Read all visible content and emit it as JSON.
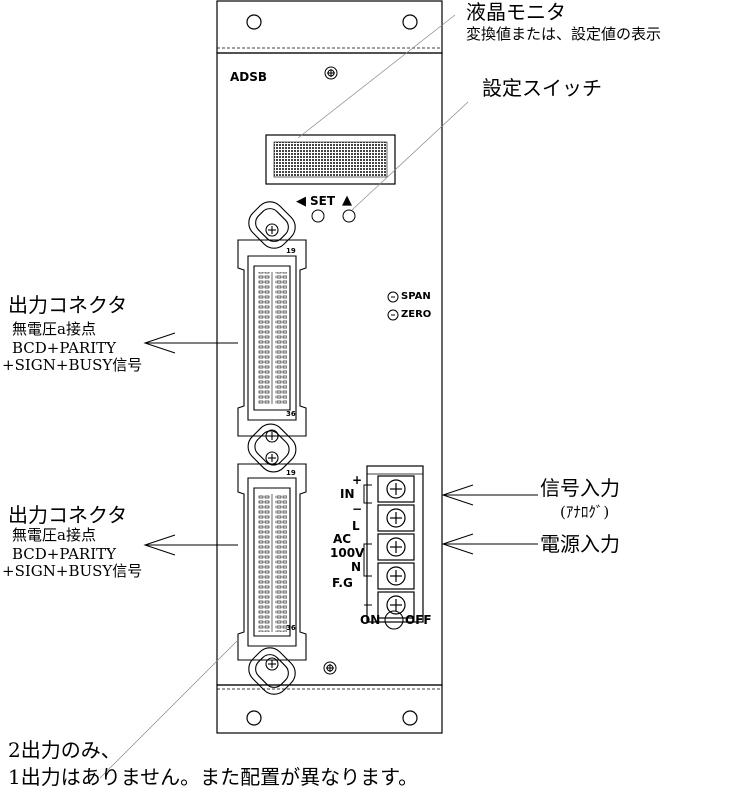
{
  "panel": {
    "model": "ADSB",
    "switch_labels": {
      "left": "◀",
      "set": "SET",
      "right": "▲"
    },
    "span": "SPAN",
    "zero": "ZERO",
    "connector_pin_first": "19",
    "connector_pin_last": "36",
    "terminal_plus": "+",
    "terminal_minus": "−",
    "terminal_in": "IN",
    "terminal_l": "L",
    "terminal_ac": "AC",
    "terminal_100v": "100V",
    "terminal_n": "N",
    "terminal_fg": "F.G",
    "power_on": "ON",
    "power_off": "OFF"
  },
  "callouts": {
    "lcd_title": "液晶モニタ",
    "lcd_desc": "変換値または、設定値の表示",
    "switch": "設定スイッチ",
    "connector1_title": "出力コネクタ",
    "connector1_line1": "無電圧a接点",
    "connector1_line2": "BCD+PARITY",
    "connector1_line3": "+SIGN+BUSY信号",
    "connector2_title": "出力コネクタ",
    "connector2_line1": "無電圧a接点",
    "connector2_line2": "BCD+PARITY",
    "connector2_line3": "+SIGN+BUSY信号",
    "signal_input": "信号入力",
    "signal_input_sub": "(ｱﾅﾛｸﾞ)",
    "power_input": "電源入力",
    "note_line1": "2出力のみ、",
    "note_line2": "1出力はありません。また配置が異なります。"
  }
}
